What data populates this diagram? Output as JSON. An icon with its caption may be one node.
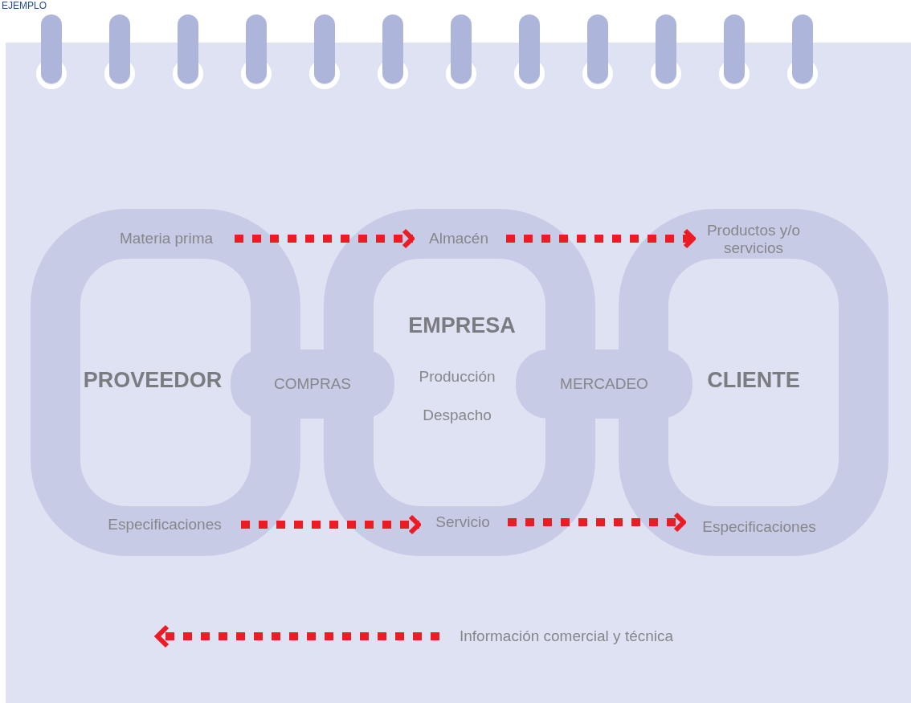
{
  "diagram": {
    "nodes": [
      {
        "text": [
          "PROVEEDOR"
        ]
      },
      {
        "text": [
          "COMPRAS"
        ]
      },
      {
        "text": [
          "EMPRESA",
          "Producción",
          "Despacho"
        ]
      },
      {
        "text": [
          "MERCADEO"
        ]
      },
      {
        "text": [
          "CLIENTE"
        ]
      },
      {
        "text": [
          "Materia prima"
        ],
        "in": 0
      },
      {
        "text": [
          "Almacén"
        ],
        "in": 2
      },
      {
        "text": [
          "Productos y/o servicios"
        ],
        "in": 4
      },
      {
        "text": [
          "Especificaciones"
        ],
        "in": 0
      },
      {
        "text": [
          "Servicio"
        ],
        "in": 2
      },
      {
        "text": [
          "Especificaciones"
        ],
        "in": 4
      }
    ],
    "edges": [
      {
        "from": 5,
        "to": 6,
        "arrow": "to",
        "style": "dashed"
      },
      {
        "from": 6,
        "to": 7,
        "arrow": "to",
        "style": "dashed"
      },
      {
        "from": 8,
        "to": 9,
        "arrow": "to",
        "style": "dashed"
      },
      {
        "from": 9,
        "to": 10,
        "arrow": "to",
        "style": "dashed"
      }
    ],
    "labels": [
      "EJEMPLO"
    ],
    "legend": [
      {
        "text": "Información comercial y técnica"
      }
    ]
  }
}
